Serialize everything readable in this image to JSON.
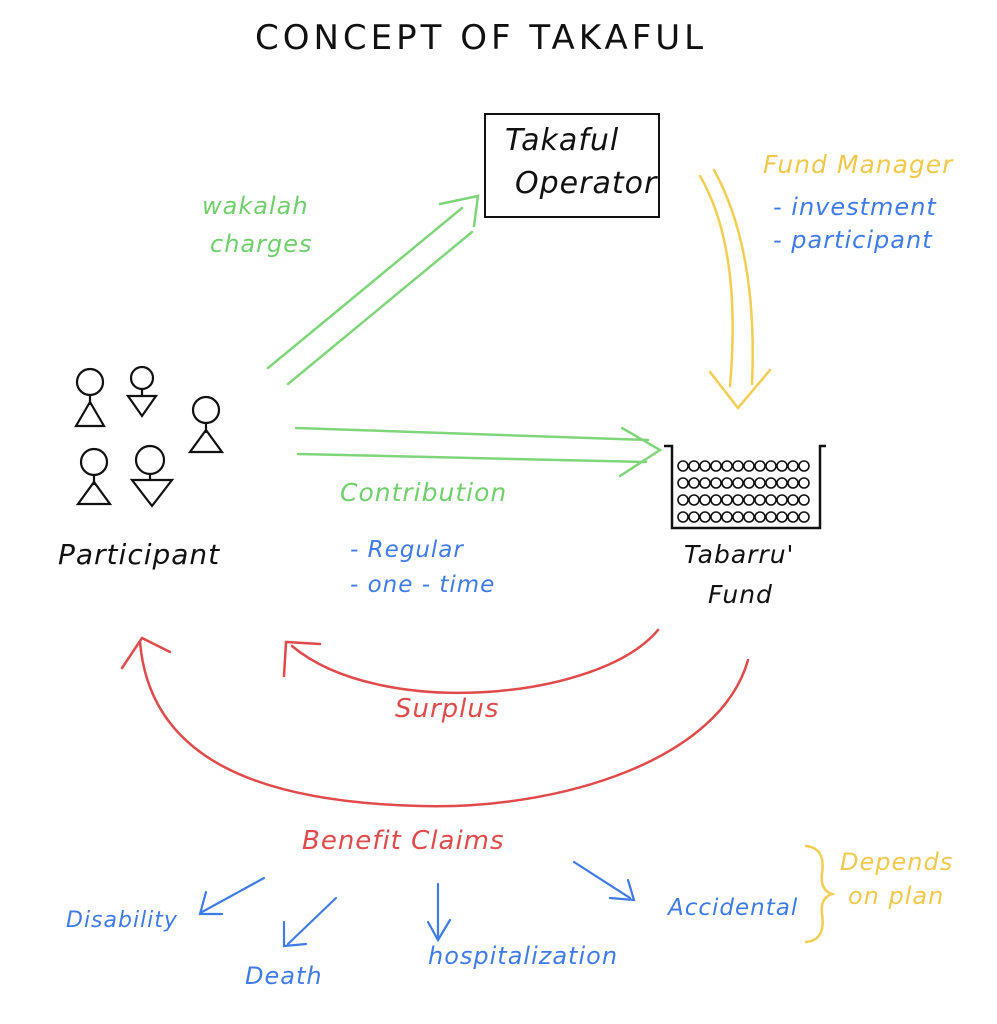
{
  "title": "CONCEPT OF TAKAFUL",
  "operator": {
    "line1": "Takaful",
    "line2": "Operator"
  },
  "fund_manager": {
    "heading": "Fund Manager",
    "items": [
      "- investment",
      "- participant"
    ]
  },
  "wakalah": {
    "line1": "wakalah",
    "line2": "charges"
  },
  "participant_label": "Participant",
  "contribution": {
    "heading": "Contribution",
    "items": [
      "- Regular",
      "- one - time"
    ]
  },
  "tabarru": {
    "line1": "Tabarru'",
    "line2": "Fund"
  },
  "surplus_label": "Surplus",
  "benefit_claims": {
    "heading": "Benefit Claims",
    "items": [
      "Disability",
      "Death",
      "hospitalization",
      "Accidental"
    ]
  },
  "depends": {
    "line1": "Depends",
    "line2": "on plan"
  },
  "colors": {
    "ink": "#111111",
    "green": "#6fcf6b",
    "blue": "#3f7be6",
    "yellow": "#f0c94a",
    "red": "#e04a4a"
  },
  "icons": [
    "stick-figure-icon",
    "coin-basket-icon"
  ]
}
